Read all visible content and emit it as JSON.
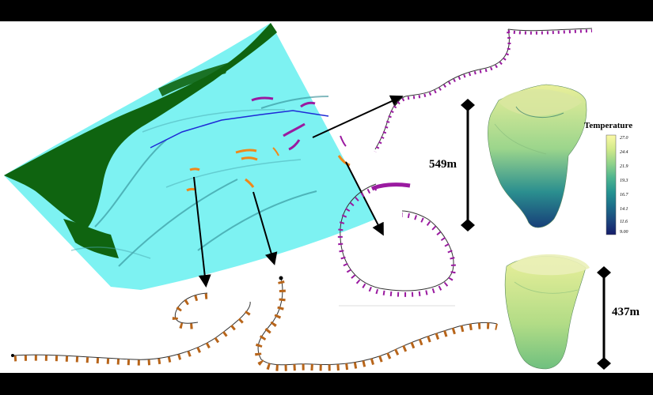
{
  "scale": {
    "upper_label": "549m",
    "lower_label": "437m"
  },
  "legend": {
    "title": "Temperature",
    "ticks": [
      "27.0",
      "24.4",
      "21.9",
      "19.3",
      "16.7",
      "14.1",
      "11.6",
      "9.00"
    ],
    "colors": [
      "#fbf9a6",
      "#d2ea8a",
      "#8fd28a",
      "#4db48f",
      "#259491",
      "#1c6f8a",
      "#1c467d",
      "#151d6b"
    ]
  },
  "colors": {
    "ocean": "#7df2f2",
    "land": "#0f6410",
    "trajectory_brown": "#b8651a",
    "trajectory_purple": "#9a1aa0",
    "trajectory_orange": "#f0881a",
    "track_line": "#1e2ad6",
    "arrow": "#000000"
  }
}
